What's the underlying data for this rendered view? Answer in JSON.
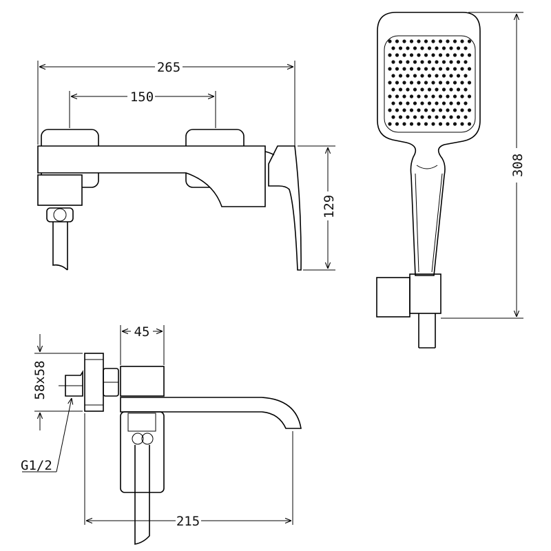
{
  "dimensions": {
    "overall_width": "265",
    "inlet_spacing": "150",
    "height": "129",
    "handshower_length": "308",
    "body_depth": "45",
    "flange_size": "58x58",
    "spout_projection": "215",
    "thread": "G1/2"
  },
  "colors": {
    "line": "#000000",
    "background": "#ffffff"
  }
}
